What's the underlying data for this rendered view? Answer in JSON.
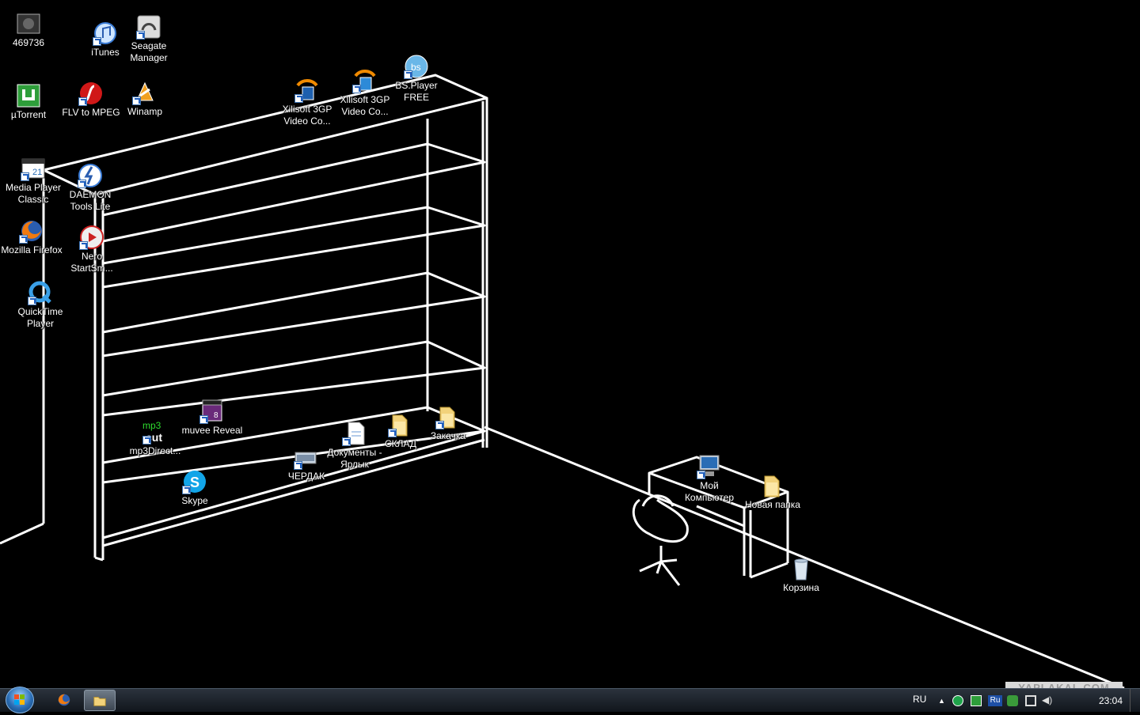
{
  "desktop": {
    "icons": [
      {
        "label": "469736"
      },
      {
        "label": "iTunes"
      },
      {
        "label": "Seagate Manager"
      },
      {
        "label": "µTorrent"
      },
      {
        "label": "FLV to MPEG"
      },
      {
        "label": "Winamp"
      },
      {
        "label": "Xilisoft 3GP Video Co..."
      },
      {
        "label": "Xilisoft 3GP Video Co..."
      },
      {
        "label": "BS.Player FREE"
      },
      {
        "label": "Media Player Classic"
      },
      {
        "label": "DAEMON Tools Lite"
      },
      {
        "label": "Mozilla Firefox"
      },
      {
        "label": "Nero StartSm..."
      },
      {
        "label": "QuickTime Player"
      },
      {
        "label": "mp3Direct..."
      },
      {
        "label": "muvee Reveal"
      },
      {
        "label": "Skype"
      },
      {
        "label": "ЧЕРДАК"
      },
      {
        "label": "Документы - Ярлык"
      },
      {
        "label": "СКЛАД"
      },
      {
        "label": "Закачка"
      },
      {
        "label": "Мой Компьютер"
      },
      {
        "label": "Новая папка"
      },
      {
        "label": "Корзина"
      }
    ]
  },
  "taskbar": {
    "language": "RU",
    "tray_lang_badge": "Ru",
    "clock": "23:04"
  },
  "watermark": "YAPLAKAL.COM",
  "colors": {
    "background": "#000000",
    "line_art": "#ffffff",
    "taskbar": "#1b2129"
  }
}
